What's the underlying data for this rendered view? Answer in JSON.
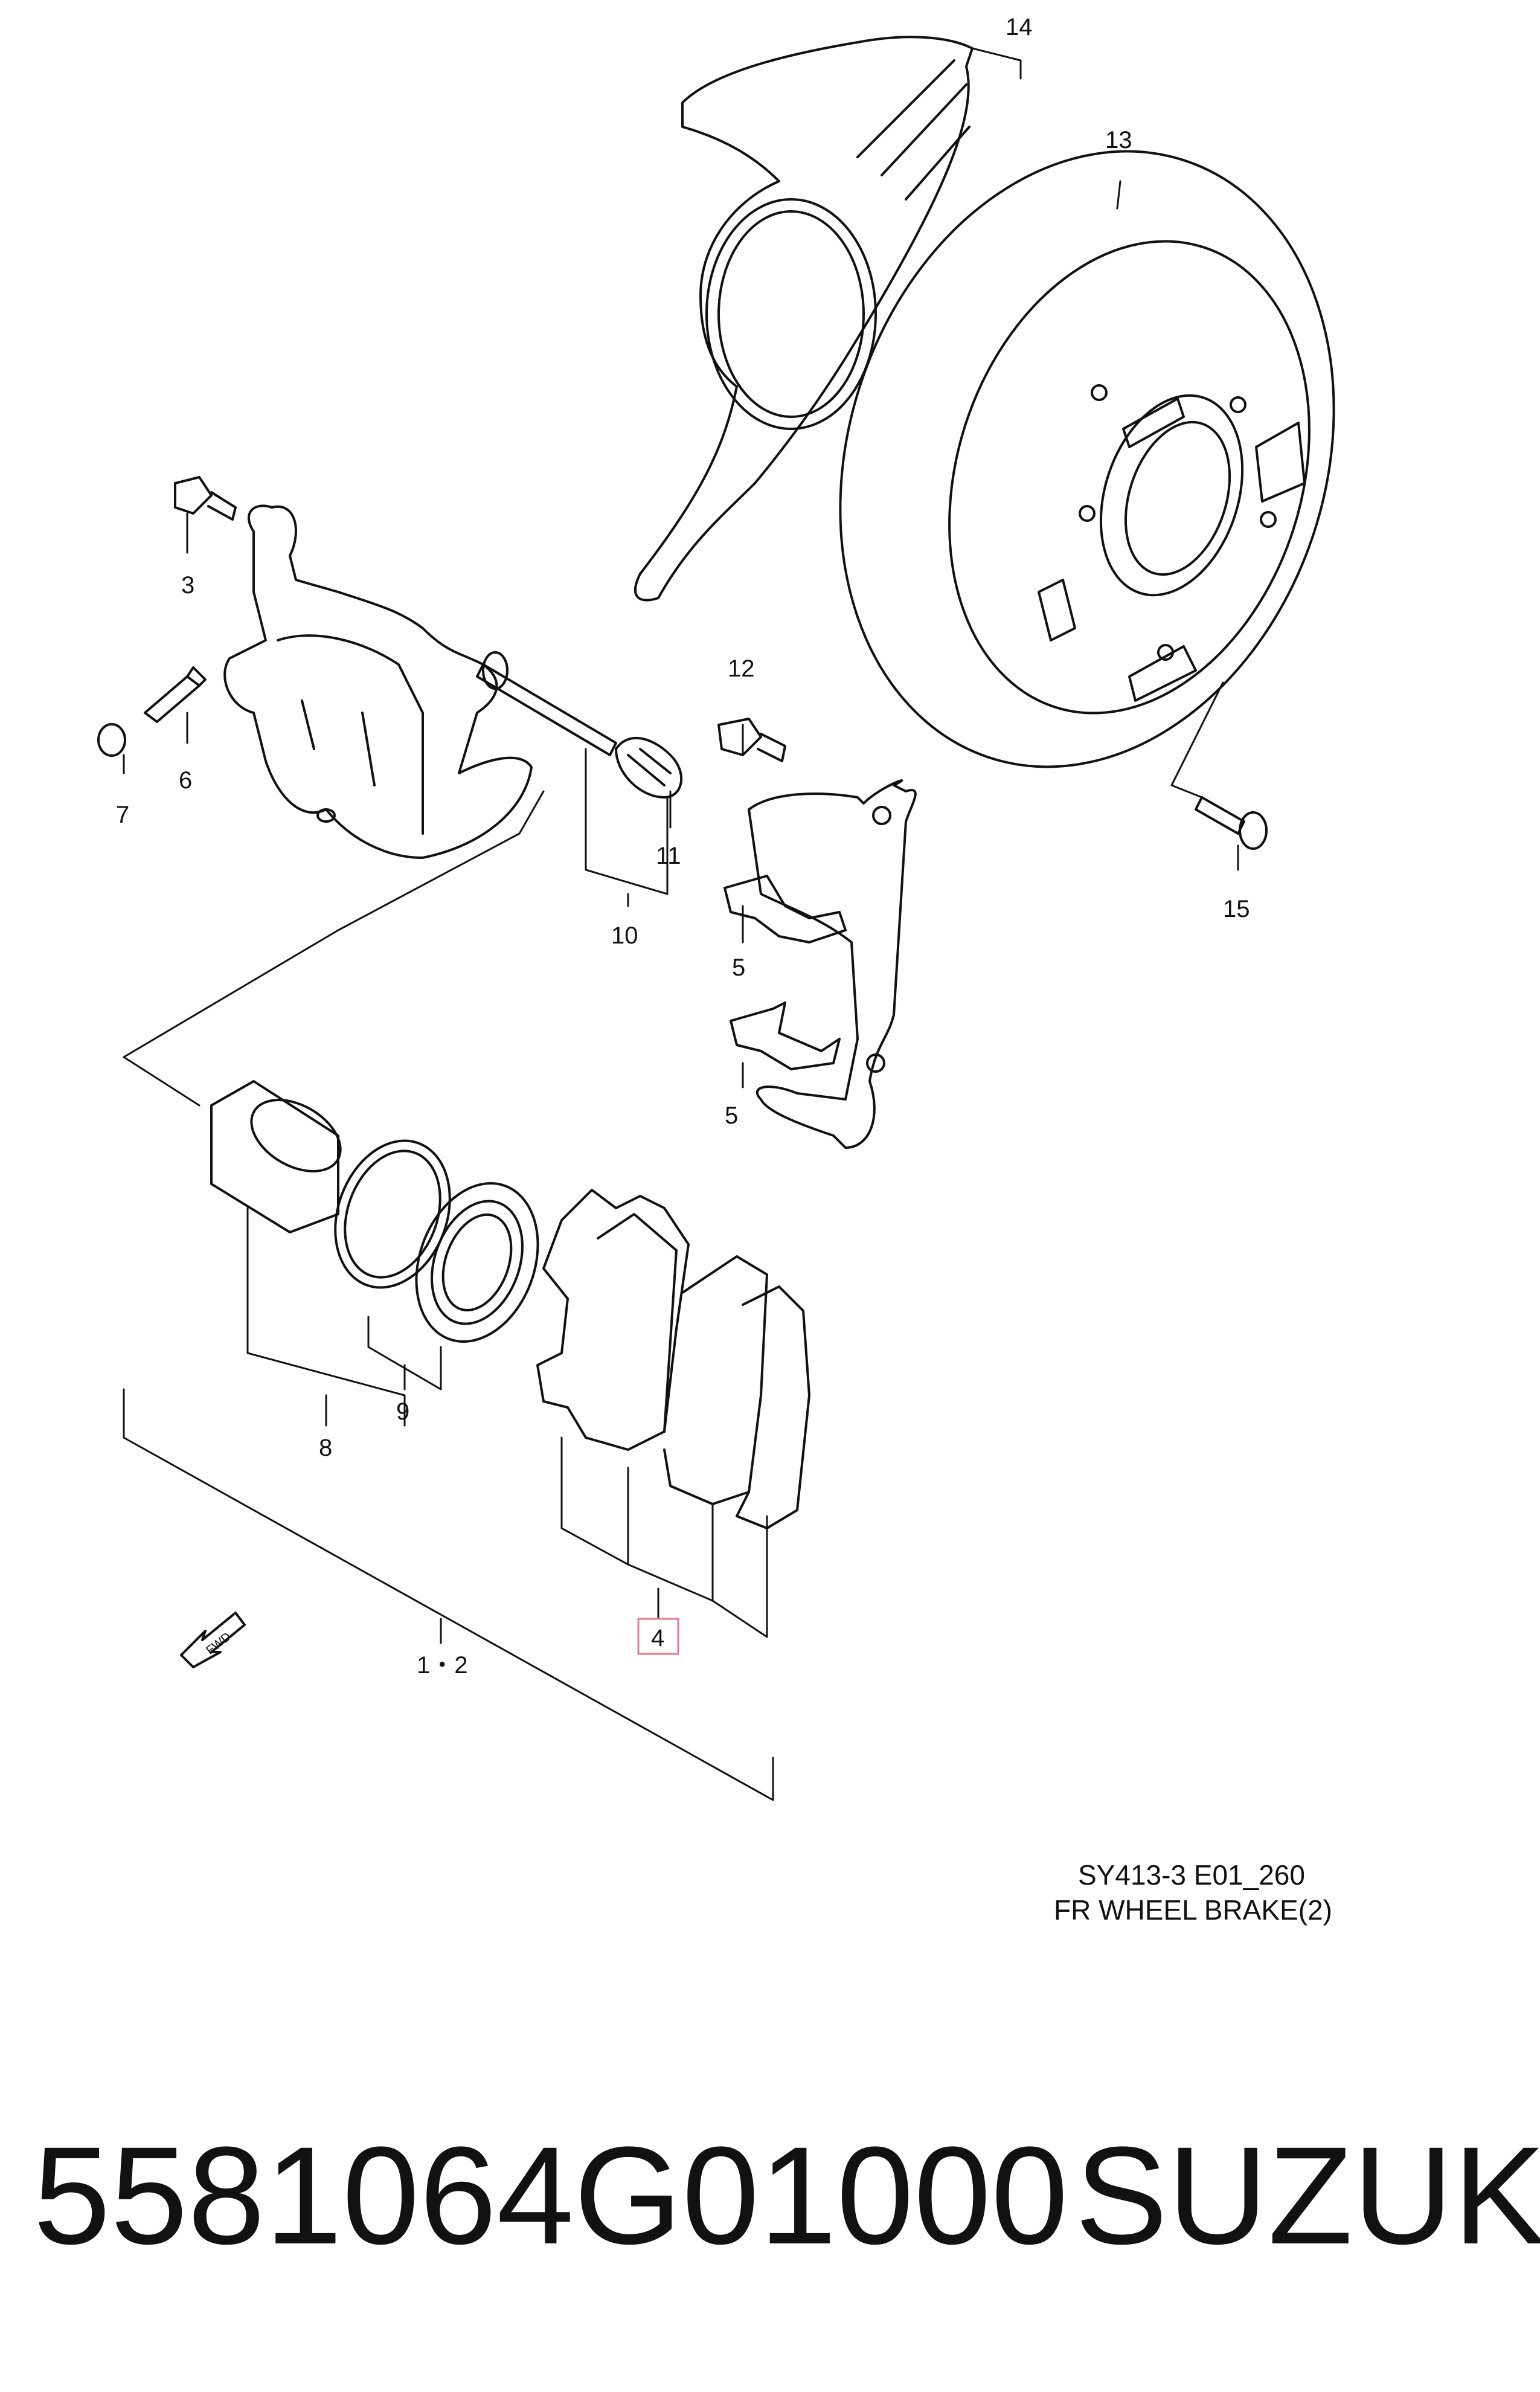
{
  "diagram": {
    "callouts": {
      "c1_2": "1・2",
      "c3": "3",
      "c4": "4",
      "c5a": "5",
      "c5b": "5",
      "c6": "6",
      "c7": "7",
      "c8": "8",
      "c9": "9",
      "c10": "10",
      "c11": "11",
      "c12": "12",
      "c13": "13",
      "c14": "14",
      "c15": "15"
    },
    "fwd_label": "FWD",
    "caption_code": "SY413-3 E01_260",
    "caption_title": "FR WHEEL BRAKE(2)",
    "highlight_color": "#e87a8a"
  },
  "footer": {
    "part_number": "5581064G01000",
    "brand": "SUZUKI"
  }
}
